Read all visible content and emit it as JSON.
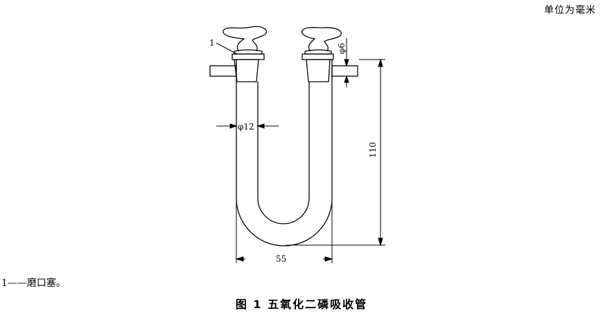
{
  "header": {
    "unit_note": "单位为毫米"
  },
  "diagram": {
    "part_label": "1",
    "dim_phi6": "φ6",
    "dim_phi12": "φ12",
    "dim_110": "110",
    "dim_55": "55"
  },
  "legend": {
    "item_1": "1——磨口塞。"
  },
  "caption": "图 1   五氧化二磷吸收管",
  "colors": {
    "line": "#000000",
    "background": "#ffffff"
  }
}
